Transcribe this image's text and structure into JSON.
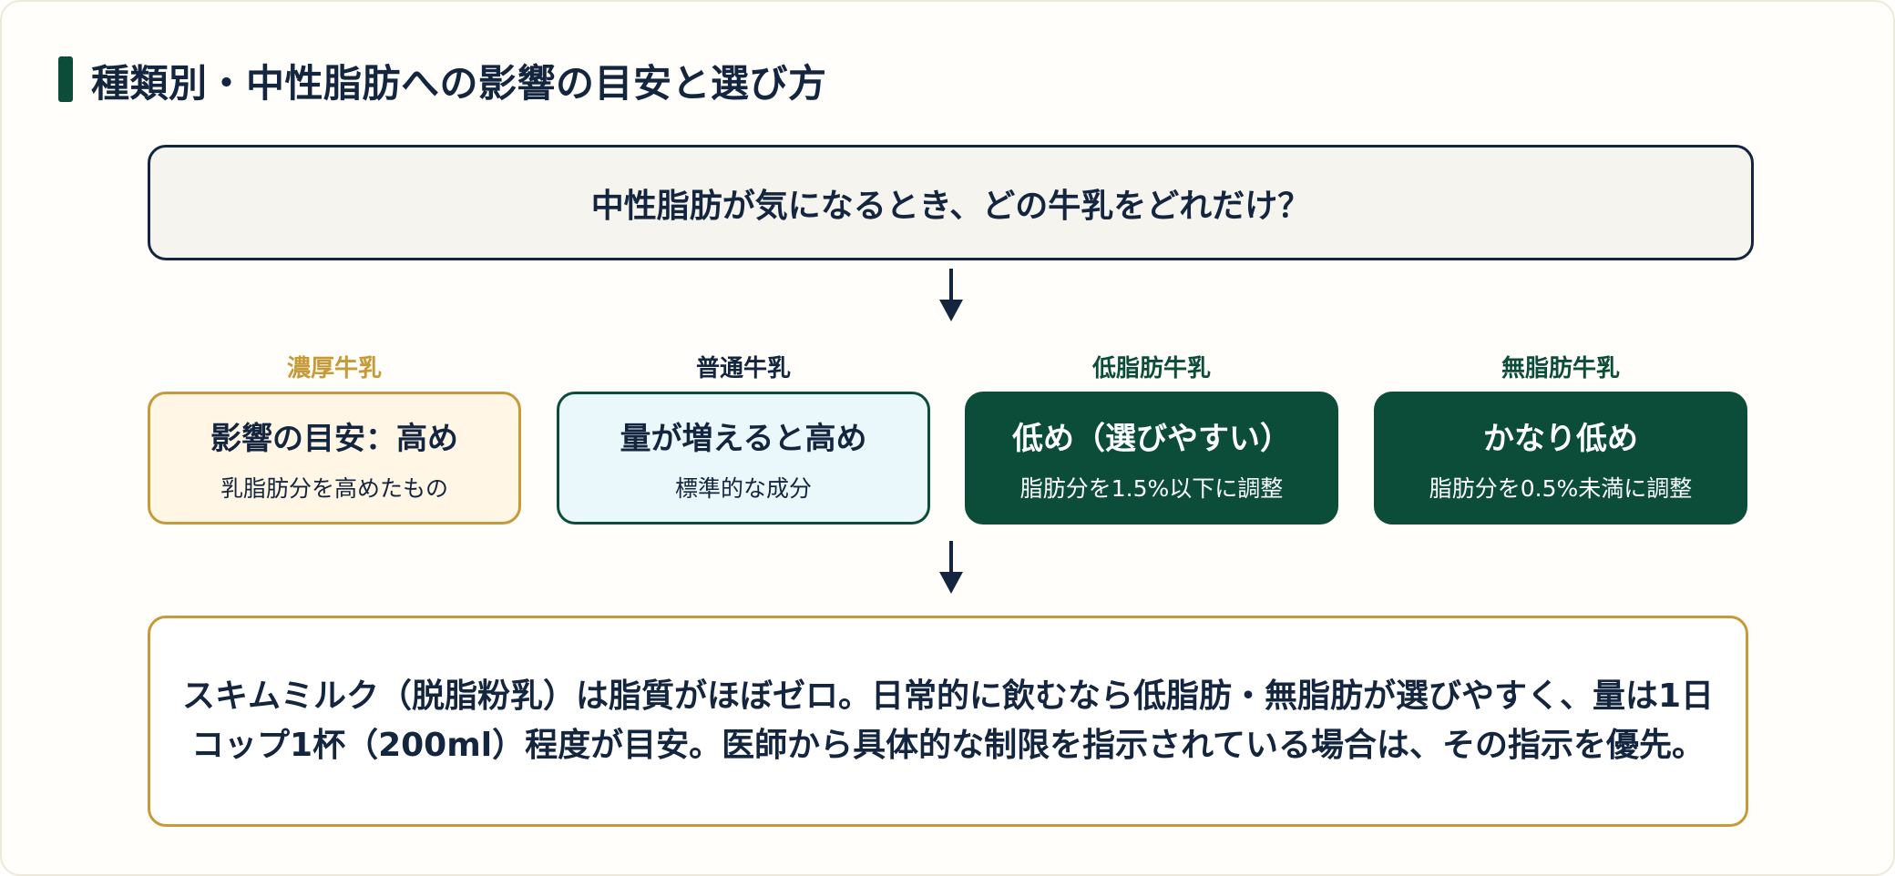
{
  "header": {
    "title": "種類別・中性脂肪への影響の目安と選び方"
  },
  "question": "中性脂肪が気になるとき、どの牛乳をどれだけ？",
  "types": [
    {
      "label": "濃厚牛乳",
      "main": "影響の目安：高め",
      "sub": "乳脂肪分を高めたもの"
    },
    {
      "label": "普通牛乳",
      "main": "量が増えると高め",
      "sub": "標準的な成分"
    },
    {
      "label": "低脂肪牛乳",
      "main": "低め（選びやすい）",
      "sub": "脂肪分を1.5%以下に調整"
    },
    {
      "label": "無脂肪牛乳",
      "main": "かなり低め",
      "sub": "脂肪分を0.5%未満に調整"
    }
  ],
  "note": "スキムミルク（脱脂粉乳）は脂質がほぼゼロ。日常的に飲むなら低脂肪・無脂肪が選びやすく、量は1日コップ1杯（200ml）程度が目安。医師から具体的な制限を指示されている場合は、その指示を優先。",
  "colors": {
    "navy": "#14263f",
    "green": "#0c4d3a",
    "gold": "#c69a38",
    "rich_bg": "#fff6e6",
    "std_bg": "#eaf8fc"
  },
  "icons": {
    "flow_arrow": "arrow-down-icon"
  }
}
